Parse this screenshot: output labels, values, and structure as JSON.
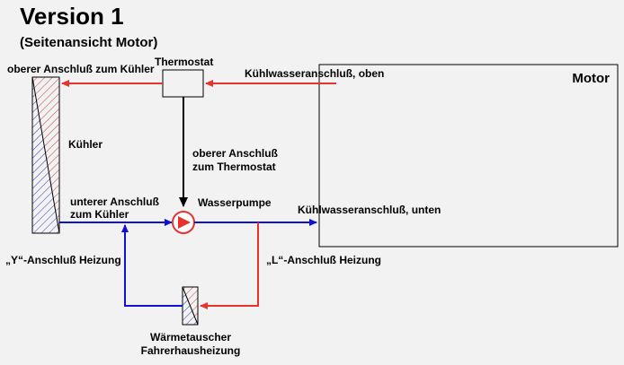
{
  "title": "Version 1",
  "subtitle": "(Seitenansicht Motor)",
  "labels": {
    "motor": "Motor",
    "thermostat": "Thermostat",
    "kuehler": "Kühler",
    "oberer_anschluss_kuehler": "oberer Anschluß zum Kühler",
    "kuehlwasser_oben": "Kühlwasseranschluß, oben",
    "oberer_anschluss_thermostat_1": "oberer Anschluß",
    "oberer_anschluss_thermostat_2": "zum Thermostat",
    "unterer_anschluss_1": "unterer Anschluß",
    "unterer_anschluss_2": "zum Kühler",
    "wasserpumpe": "Wasserpumpe",
    "kuehlwasser_unten": "Kühlwasseranschluß, unten",
    "y_anschluss": "„Y“-Anschluß Heizung",
    "l_anschluss": "„L“-Anschluß Heizung",
    "waermetauscher_1": "Wärmetauscher",
    "waermetauscher_2": "Fahrerhausheizung"
  },
  "colors": {
    "hot": "#e8322c",
    "cold": "#1010d0",
    "neutral": "#000000",
    "background": "#f2f2f2"
  }
}
